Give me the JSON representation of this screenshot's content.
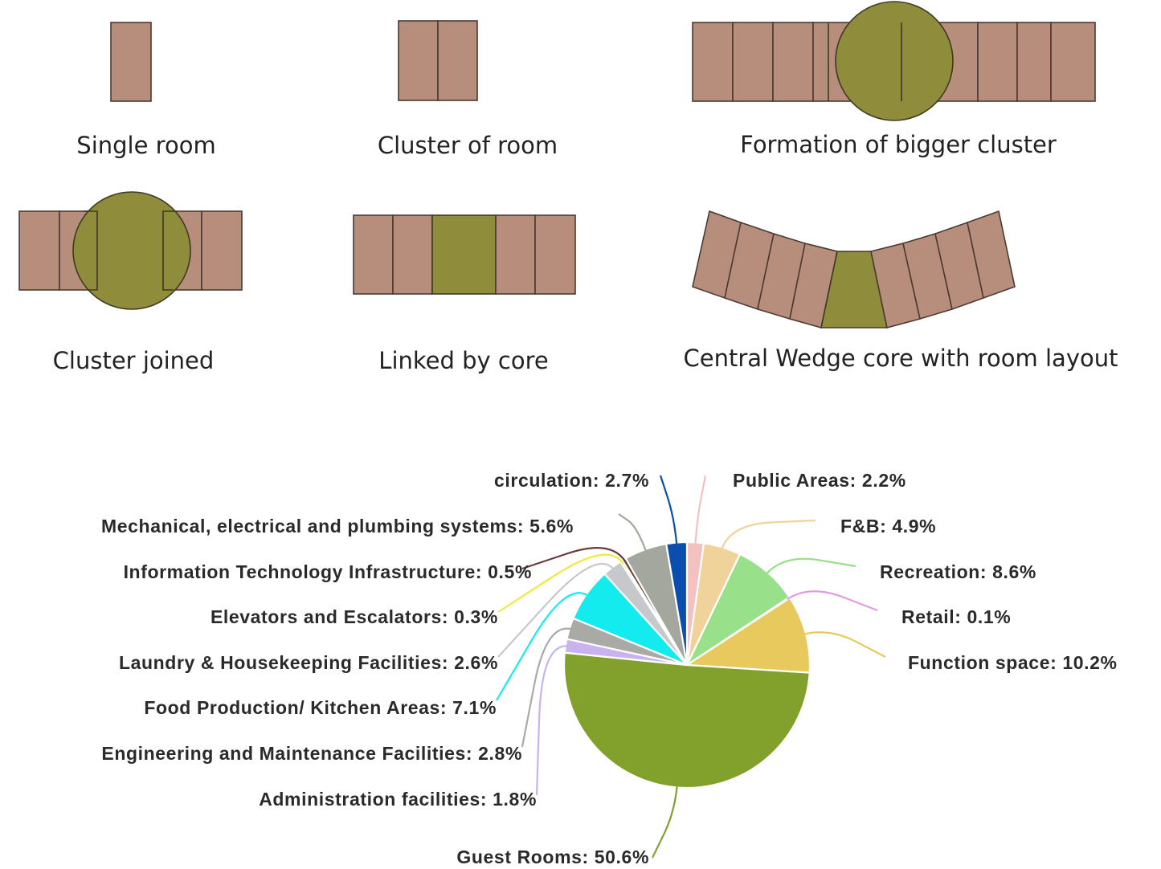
{
  "diagrams": {
    "colors": {
      "room": "#b78d7b",
      "core": "#8f8c3c"
    },
    "items": [
      {
        "id": "single-room",
        "label": "Single room",
        "rooms": 1,
        "core": "none"
      },
      {
        "id": "cluster-of-room",
        "label": "Cluster of room",
        "rooms": 2,
        "core": "none"
      },
      {
        "id": "bigger-cluster",
        "label": "Formation of bigger cluster",
        "rooms": 10,
        "core": "circle"
      },
      {
        "id": "cluster-joined",
        "label": "Cluster joined",
        "rooms": 4,
        "core": "circle"
      },
      {
        "id": "linked-by-core",
        "label": "Linked by core",
        "rooms": 4,
        "core": "rectangle"
      },
      {
        "id": "central-wedge",
        "label": "Central Wedge core with room layout",
        "rooms": 8,
        "core": "wedge"
      }
    ]
  },
  "chart_data": {
    "type": "pie",
    "title": "",
    "unit": "%",
    "slices": [
      {
        "label": "Public Areas",
        "value": 2.2,
        "color": "#f4c0c0",
        "display": "Public Areas: 2.2%"
      },
      {
        "label": "F&B",
        "value": 4.9,
        "color": "#efd39a",
        "display": "F&B: 4.9%"
      },
      {
        "label": "Recreation",
        "value": 8.6,
        "color": "#98e08a",
        "display": "Recreation: 8.6%"
      },
      {
        "label": "Retail",
        "value": 0.1,
        "color": "#e29be0",
        "display": "Retail: 0.1%"
      },
      {
        "label": "Function space",
        "value": 10.2,
        "color": "#e8c95e",
        "display": "Function space: 10.2%"
      },
      {
        "label": "Guest Rooms",
        "value": 50.6,
        "color": "#82a02c",
        "display": "Guest Rooms: 50.6%"
      },
      {
        "label": "Administration facilities",
        "value": 1.8,
        "color": "#c9b3ef",
        "display": "Administration facilities: 1.8%"
      },
      {
        "label": "Engineering and Maintenance Facilities",
        "value": 2.8,
        "color": "#a9aaa6",
        "display": "Engineering and Maintenance Facilities: 2.8%"
      },
      {
        "label": "Food Production/ Kitchen Areas",
        "value": 7.1,
        "color": "#14ebef",
        "display": "Food Production/ Kitchen Areas: 7.1%"
      },
      {
        "label": "Laundry & Housekeeping Facilities",
        "value": 2.6,
        "color": "#c6c8cc",
        "display": "Laundry & Housekeeping Facilities: 2.6%"
      },
      {
        "label": "Elevators and Escalators",
        "value": 0.3,
        "color": "#eeea3a",
        "display": "Elevators and Escalators: 0.3%"
      },
      {
        "label": "Information Technology Infrastructure",
        "value": 0.5,
        "color": "#6b3b3b",
        "display": "Information Technology Infrastructure: 0.5%"
      },
      {
        "label": "Mechanical, electrical and plumbing systems",
        "value": 5.6,
        "color": "#a4a79d",
        "display": "Mechanical, electrical and plumbing systems: 5.6%"
      },
      {
        "label": "circulation",
        "value": 2.7,
        "color": "#0b4fae",
        "display": "circulation: 2.7%"
      }
    ],
    "legend": "none",
    "labels_position": "outside-with-leader-lines"
  }
}
